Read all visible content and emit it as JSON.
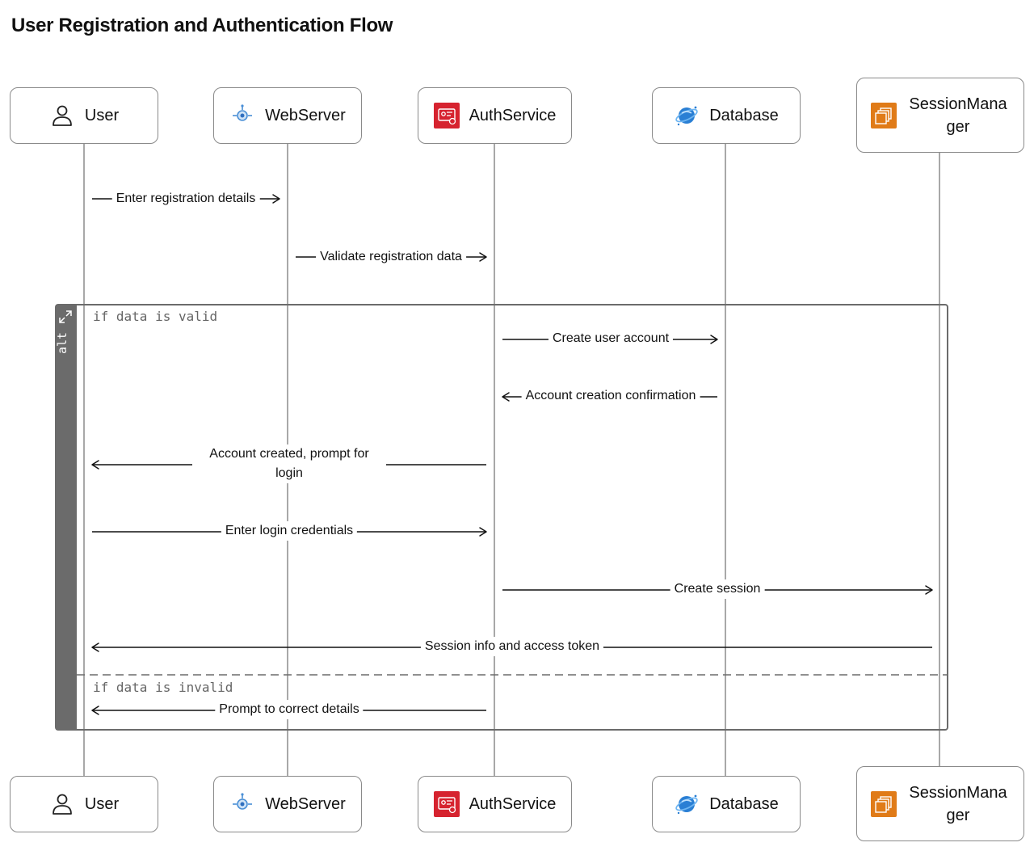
{
  "title": "User Registration and Authentication Flow",
  "participants": [
    {
      "id": "user",
      "name": "User",
      "icon": "user-icon"
    },
    {
      "id": "webserver",
      "name": "WebServer",
      "icon": "webserver-icon"
    },
    {
      "id": "authservice",
      "name": "AuthService",
      "icon": "authservice-icon"
    },
    {
      "id": "database",
      "name": "Database",
      "icon": "database-icon"
    },
    {
      "id": "sessionmanager",
      "name": "SessionManager",
      "icon": "session-manager-icon"
    }
  ],
  "messages": [
    {
      "label": "Enter registration details",
      "from": "user",
      "to": "webserver"
    },
    {
      "label": "Validate registration data",
      "from": "webserver",
      "to": "authservice"
    },
    {
      "label": "Create user account",
      "from": "authservice",
      "to": "database"
    },
    {
      "label": "Account creation confirmation",
      "from": "database",
      "to": "authservice"
    },
    {
      "label": "Account created, prompt for login",
      "from": "authservice",
      "to": "user"
    },
    {
      "label": "Enter login credentials",
      "from": "user",
      "to": "authservice"
    },
    {
      "label": "Create session",
      "from": "authservice",
      "to": "sessionmanager"
    },
    {
      "label": "Session info and access token",
      "from": "sessionmanager",
      "to": "user"
    },
    {
      "label": "Prompt to correct details",
      "from": "authservice",
      "to": "user"
    }
  ],
  "fragment": {
    "type": "alt",
    "guards": [
      "if data is valid",
      "if data is invalid"
    ]
  },
  "colors": {
    "authservice": "#d6232f",
    "sessionmanager": "#e07b18",
    "database": "#2a7fd4",
    "frame": "#6b6b6b"
  }
}
